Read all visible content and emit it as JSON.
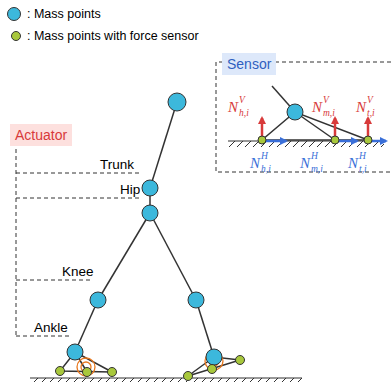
{
  "diagram": {
    "nodes": [
      {
        "text": [
          "Actuator"
        ]
      },
      {
        "text": [
          "Sensor"
        ]
      }
    ],
    "labels": [
      "Trunk",
      "Hip",
      "Knee",
      "Ankle",
      "N",
      "V",
      "h,i",
      "N",
      "V",
      "m,i",
      "N",
      "V",
      "t,i",
      "N",
      "H",
      "h,i",
      "N",
      "H",
      "m,i",
      "N",
      "H",
      "t,i"
    ],
    "legend": [
      {
        "text": ": Mass points",
        "color": "#3cb8dc"
      },
      {
        "text": ": Mass points with force sensor",
        "color": "#a8c83c"
      }
    ]
  }
}
